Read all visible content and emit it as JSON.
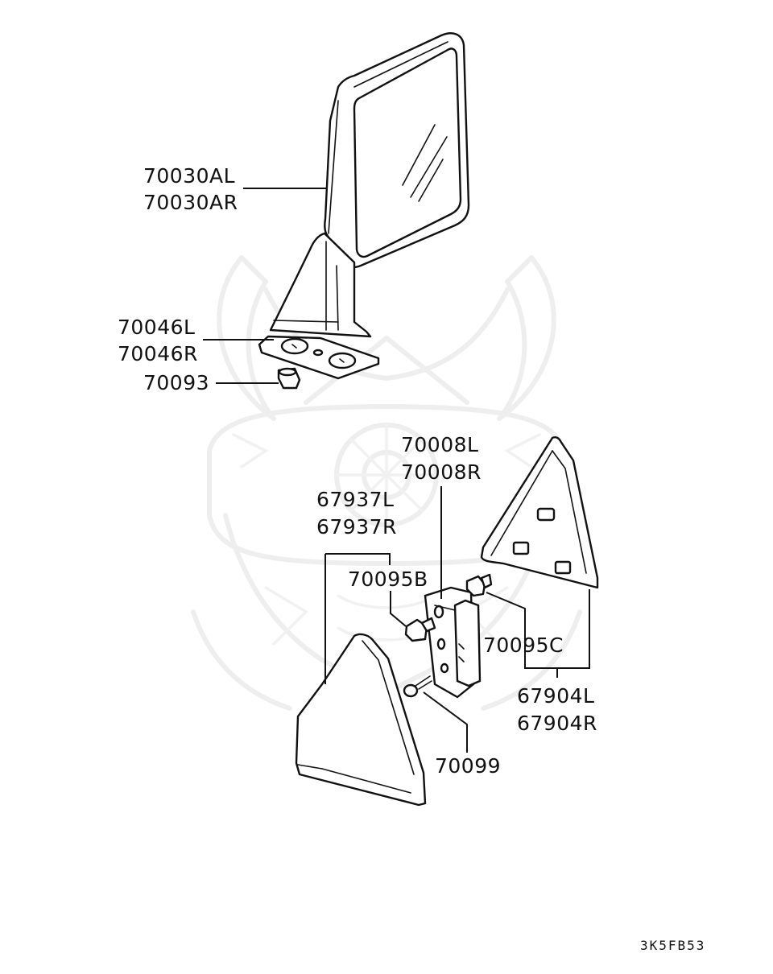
{
  "labels": {
    "mirror": [
      "70030AL",
      "70030AR"
    ],
    "base_plate": [
      "70046L",
      "70046R"
    ],
    "nut": "70093",
    "bracket": [
      "70008L",
      "70008R"
    ],
    "outer_cover": [
      "67937L",
      "67937R"
    ],
    "clip_b": "70095B",
    "clip_c": "70095C",
    "inner_garnish": [
      "67904L",
      "67904R"
    ],
    "screw": "70099"
  },
  "diagram_code": "3K5FB53"
}
